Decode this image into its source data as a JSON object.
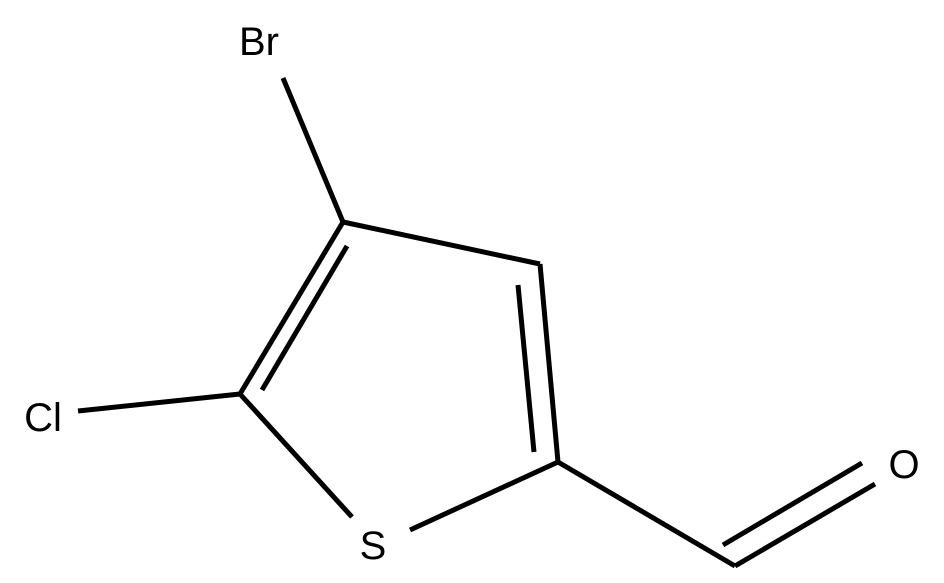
{
  "structure": {
    "atoms": {
      "bromine": "Br",
      "chlorine": "Cl",
      "sulfur": "S",
      "oxygen": "O"
    },
    "colors": {
      "bond": "#000000",
      "label": "#000000",
      "background": "#ffffff"
    }
  }
}
